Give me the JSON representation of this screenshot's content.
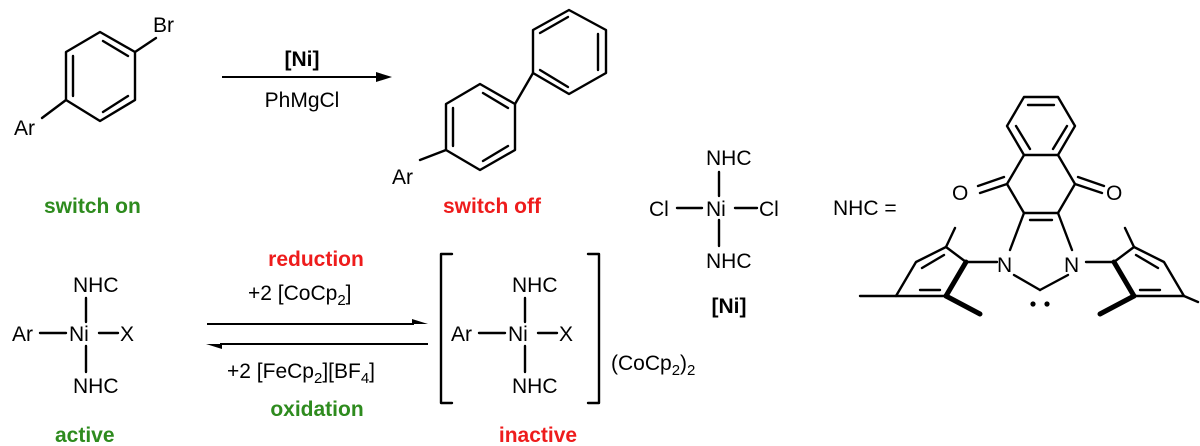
{
  "colors": {
    "green": "#2e8b1e",
    "red": "#ee1c1c",
    "black": "#000000"
  },
  "top_reaction": {
    "reactant": {
      "br": "Br",
      "ar": "Ar"
    },
    "catalyst": "[Ni]",
    "reagent": "PhMgCl",
    "product": {
      "ar": "Ar"
    },
    "switch_on": "switch on",
    "switch_off": "switch off"
  },
  "catalyst_complex": {
    "top": "NHC",
    "bottom": "NHC",
    "left": "Cl",
    "center": "Ni",
    "right": "Cl",
    "label": "[Ni]"
  },
  "nhc_definition": {
    "label": "NHC =",
    "o_left": "O",
    "o_right": "O",
    "n_left": "N",
    "n_right": "N"
  },
  "equilibrium": {
    "active": {
      "top": "NHC",
      "bottom": "NHC",
      "left": "Ar",
      "center": "Ni",
      "right": "X",
      "label": "active"
    },
    "forward": {
      "title": "reduction",
      "reagent_prefix": "+2 [CoCp",
      "reagent_sub": "2",
      "reagent_suffix": "]"
    },
    "reverse": {
      "reagent_prefix": "+2 [FeCp",
      "reagent_sub1": "2",
      "reagent_mid": "][BF",
      "reagent_sub2": "4",
      "reagent_suffix": "]",
      "title": "oxidation"
    },
    "inactive": {
      "top": "NHC",
      "bottom": "NHC",
      "left": "Ar",
      "center": "Ni",
      "right": "X",
      "label": "inactive",
      "counter_prefix": "(CoCp",
      "counter_sub": "2",
      "counter_mid": ")",
      "counter_sub2": "2"
    }
  }
}
